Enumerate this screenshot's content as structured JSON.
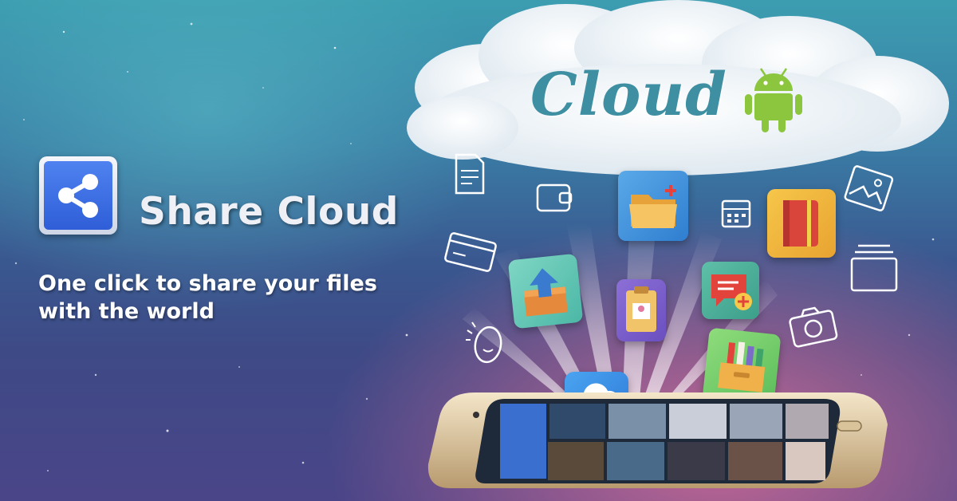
{
  "app": {
    "name": "Share Cloud",
    "tagline_line1": "One click to share your files",
    "tagline_line2": "with the world"
  },
  "banner": {
    "cloud_word": "Cloud"
  },
  "colors": {
    "accent_blue": "#2f5ed8",
    "cloud_text": "#3f8fa3",
    "android_green": "#8cc63f"
  },
  "icons": [
    "share-icon",
    "android-icon",
    "folder-icon",
    "notebook-icon",
    "upload-box-icon",
    "clipboard-icon",
    "message-add-icon",
    "file-drawer-icon",
    "cloud-download-icon",
    "document-outline-icon",
    "wallet-outline-icon",
    "calendar-outline-icon",
    "image-outline-icon",
    "card-outline-icon",
    "folder-outline-icon",
    "camera-outline-icon",
    "egg-outline-icon"
  ]
}
